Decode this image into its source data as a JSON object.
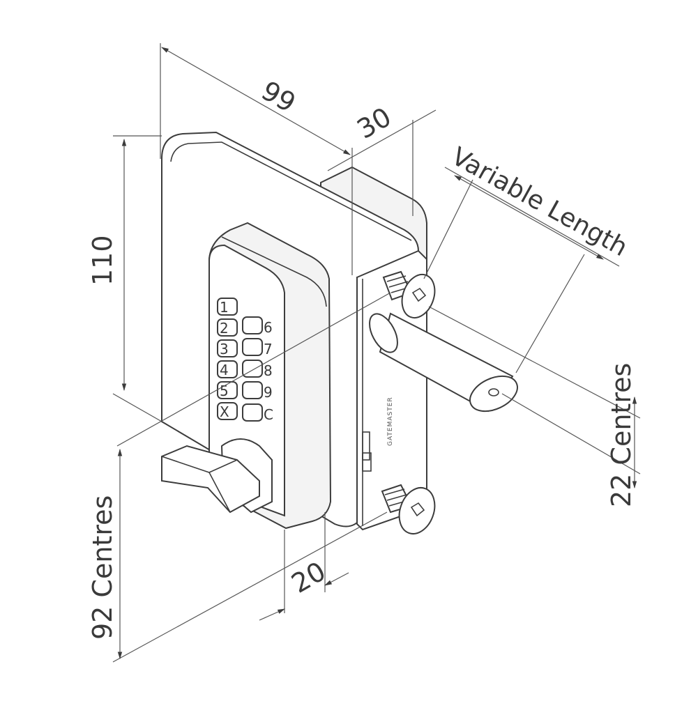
{
  "dimensions": {
    "width": "99",
    "depth": "30",
    "height": "110",
    "bolt_length": "Variable Length",
    "bolt_centres": "22 Centres",
    "thickness": "20",
    "fixing_centres": "92 Centres"
  },
  "keypad": {
    "left_column": [
      "1",
      "2",
      "3",
      "4",
      "5",
      "X"
    ],
    "right_column": [
      "6",
      "7",
      "8",
      "9",
      "C"
    ]
  },
  "brand_text": "GATEMASTER",
  "colors": {
    "line": "#3c3c3c",
    "text": "#3a3a3a",
    "background": "#ffffff"
  }
}
